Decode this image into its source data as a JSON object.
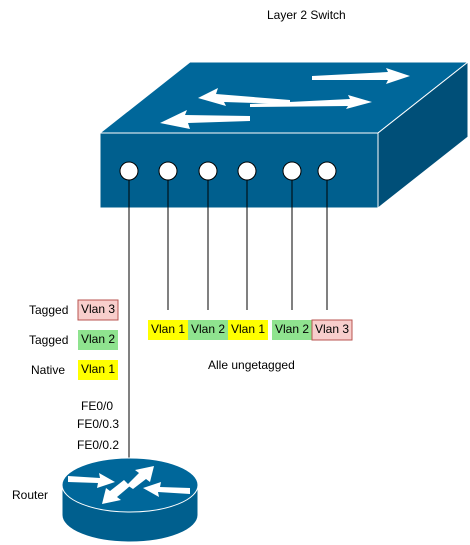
{
  "title": "Layer 2 Switch",
  "router_label": "Router",
  "untagged_note": "Alle ungetagged",
  "router_interfaces": [
    "FE0/0",
    "FE0/0.3",
    "FE0/0.2"
  ],
  "trunk_vlans": [
    {
      "mode": "Tagged",
      "vlan": "Vlan 3",
      "color": "#f8cecc"
    },
    {
      "mode": "Tagged",
      "vlan": "Vlan 2",
      "color": "#8fe38f"
    },
    {
      "mode": "Native",
      "vlan": "Vlan 1",
      "color": "#ffff00"
    }
  ],
  "access_ports": [
    {
      "vlan": "Vlan 1",
      "color": "#ffff00"
    },
    {
      "vlan": "Vlan 2",
      "color": "#8fe38f"
    },
    {
      "vlan": "Vlan 1",
      "color": "#ffff00"
    },
    {
      "vlan": "Vlan 2",
      "color": "#8fe38f"
    },
    {
      "vlan": "Vlan 3",
      "color": "#f8cecc"
    }
  ],
  "colors": {
    "device_front": "#005f8e",
    "device_top": "#00679a",
    "device_side": "#004f78",
    "vlan3_border": "#b85450"
  }
}
